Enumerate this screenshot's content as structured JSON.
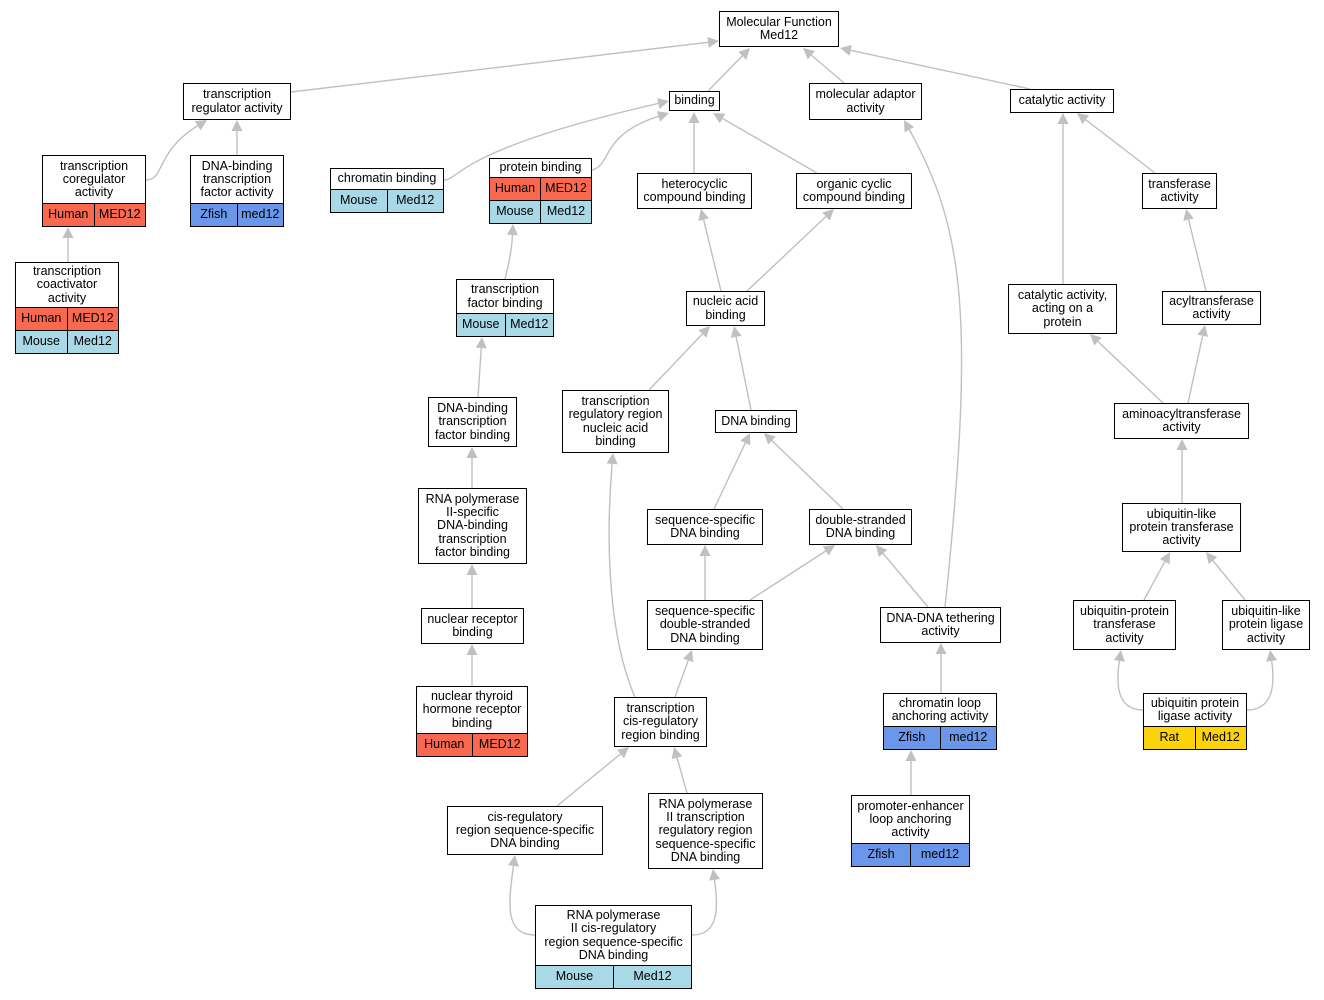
{
  "colors": {
    "edge": "#c0c0c0",
    "Human": "#f9694f",
    "Mouse": "#a9d9e6",
    "Zfish": "#6a97ea",
    "Rat": "#fcd30a"
  },
  "nodes": [
    {
      "id": "mf",
      "label": "Molecular Function\nMed12",
      "annotations": []
    },
    {
      "id": "trans_reg",
      "label": "transcription\nregulator activity",
      "annotations": []
    },
    {
      "id": "binding",
      "label": "binding",
      "annotations": []
    },
    {
      "id": "mol_adaptor",
      "label": "molecular adaptor\nactivity",
      "annotations": []
    },
    {
      "id": "catalytic",
      "label": "catalytic activity",
      "annotations": []
    },
    {
      "id": "coregulator",
      "label": "transcription\ncoregulator\nactivity",
      "annotations": [
        {
          "species": "Human",
          "gene": "MED12"
        }
      ]
    },
    {
      "id": "dbtf",
      "label": "DNA-binding\ntranscription\nfactor activity",
      "annotations": [
        {
          "species": "Zfish",
          "gene": "med12"
        }
      ]
    },
    {
      "id": "chromatin_binding",
      "label": "chromatin binding",
      "annotations": [
        {
          "species": "Mouse",
          "gene": "Med12"
        }
      ]
    },
    {
      "id": "protein_binding",
      "label": "protein binding",
      "annotations": [
        {
          "species": "Human",
          "gene": "MED12"
        },
        {
          "species": "Mouse",
          "gene": "Med12"
        }
      ]
    },
    {
      "id": "heterocyclic",
      "label": "heterocyclic\ncompound binding",
      "annotations": []
    },
    {
      "id": "organic_cyclic",
      "label": "organic cyclic\ncompound binding",
      "annotations": []
    },
    {
      "id": "transferase",
      "label": "transferase\nactivity",
      "annotations": []
    },
    {
      "id": "coactivator",
      "label": "transcription\ncoactivator\nactivity",
      "annotations": [
        {
          "species": "Human",
          "gene": "MED12"
        },
        {
          "species": "Mouse",
          "gene": "Med12"
        }
      ]
    },
    {
      "id": "tf_binding",
      "label": "transcription\nfactor binding",
      "annotations": [
        {
          "species": "Mouse",
          "gene": "Med12"
        }
      ]
    },
    {
      "id": "nucleic_acid",
      "label": "nucleic acid\nbinding",
      "annotations": []
    },
    {
      "id": "cat_protein",
      "label": "catalytic activity,\nacting on a\nprotein",
      "annotations": []
    },
    {
      "id": "acyltransferase",
      "label": "acyltransferase\nactivity",
      "annotations": []
    },
    {
      "id": "dbtf_binding",
      "label": "DNA-binding\ntranscription\nfactor binding",
      "annotations": []
    },
    {
      "id": "tr_region_na",
      "label": "transcription\nregulatory region\nnucleic acid\nbinding",
      "annotations": []
    },
    {
      "id": "dna_binding",
      "label": "DNA binding",
      "annotations": []
    },
    {
      "id": "aminoacyl",
      "label": "aminoacyltransferase\nactivity",
      "annotations": []
    },
    {
      "id": "rnap2_dbtf_binding",
      "label": "RNA polymerase\nII-specific\nDNA-binding\ntranscription\nfactor binding",
      "annotations": []
    },
    {
      "id": "seq_specific",
      "label": "sequence-specific\nDNA binding",
      "annotations": []
    },
    {
      "id": "ds_dna",
      "label": "double-stranded\nDNA binding",
      "annotations": []
    },
    {
      "id": "ubl_transferase",
      "label": "ubiquitin-like\nprotein transferase\nactivity",
      "annotations": []
    },
    {
      "id": "nuclear_receptor",
      "label": "nuclear receptor\nbinding",
      "annotations": []
    },
    {
      "id": "seq_ds_dna",
      "label": "sequence-specific\ndouble-stranded\nDNA binding",
      "annotations": []
    },
    {
      "id": "dna_tether",
      "label": "DNA-DNA tethering\nactivity",
      "annotations": []
    },
    {
      "id": "ub_protein_transferase",
      "label": "ubiquitin-protein\ntransferase\nactivity",
      "annotations": []
    },
    {
      "id": "ubl_ligase",
      "label": "ubiquitin-like\nprotein ligase\nactivity",
      "annotations": []
    },
    {
      "id": "thyroid",
      "label": "nuclear thyroid\nhormone receptor\nbinding",
      "annotations": [
        {
          "species": "Human",
          "gene": "MED12"
        }
      ]
    },
    {
      "id": "cis_reg_binding",
      "label": "transcription\ncis-regulatory\nregion binding",
      "annotations": []
    },
    {
      "id": "chromatin_loop",
      "label": "chromatin loop\nanchoring activity",
      "annotations": [
        {
          "species": "Zfish",
          "gene": "med12"
        }
      ]
    },
    {
      "id": "ub_ligase",
      "label": "ubiquitin protein\nligase activity",
      "annotations": [
        {
          "species": "Rat",
          "gene": "Med12"
        }
      ]
    },
    {
      "id": "cis_reg_seq",
      "label": "cis-regulatory\nregion sequence-specific\nDNA binding",
      "annotations": []
    },
    {
      "id": "rnap2_tr_region",
      "label": "RNA polymerase\nII transcription\nregulatory region\nsequence-specific\nDNA binding",
      "annotations": []
    },
    {
      "id": "prom_enh",
      "label": "promoter-enhancer\nloop anchoring\nactivity",
      "annotations": [
        {
          "species": "Zfish",
          "gene": "med12"
        }
      ]
    },
    {
      "id": "rnap2_cis_reg",
      "label": "RNA polymerase\nII cis-regulatory\nregion sequence-specific\nDNA binding",
      "annotations": [
        {
          "species": "Mouse",
          "gene": "Med12"
        }
      ]
    }
  ],
  "edges": [
    [
      "trans_reg",
      "mf"
    ],
    [
      "binding",
      "mf"
    ],
    [
      "mol_adaptor",
      "mf"
    ],
    [
      "catalytic",
      "mf"
    ],
    [
      "coregulator",
      "trans_reg"
    ],
    [
      "dbtf",
      "trans_reg"
    ],
    [
      "chromatin_binding",
      "binding"
    ],
    [
      "protein_binding",
      "binding"
    ],
    [
      "heterocyclic",
      "binding"
    ],
    [
      "organic_cyclic",
      "binding"
    ],
    [
      "transferase",
      "catalytic"
    ],
    [
      "cat_protein",
      "catalytic"
    ],
    [
      "coactivator",
      "coregulator"
    ],
    [
      "tf_binding",
      "protein_binding"
    ],
    [
      "nucleic_acid",
      "heterocyclic"
    ],
    [
      "nucleic_acid",
      "organic_cyclic"
    ],
    [
      "acyltransferase",
      "transferase"
    ],
    [
      "dbtf_binding",
      "tf_binding"
    ],
    [
      "tr_region_na",
      "nucleic_acid"
    ],
    [
      "dna_binding",
      "nucleic_acid"
    ],
    [
      "aminoacyl",
      "cat_protein"
    ],
    [
      "aminoacyl",
      "acyltransferase"
    ],
    [
      "rnap2_dbtf_binding",
      "dbtf_binding"
    ],
    [
      "seq_specific",
      "dna_binding"
    ],
    [
      "ds_dna",
      "dna_binding"
    ],
    [
      "ubl_transferase",
      "aminoacyl"
    ],
    [
      "nuclear_receptor",
      "rnap2_dbtf_binding"
    ],
    [
      "seq_ds_dna",
      "seq_specific"
    ],
    [
      "seq_ds_dna",
      "ds_dna"
    ],
    [
      "dna_tether",
      "ds_dna"
    ],
    [
      "dna_tether",
      "mol_adaptor"
    ],
    [
      "ub_protein_transferase",
      "ubl_transferase"
    ],
    [
      "ubl_ligase",
      "ubl_transferase"
    ],
    [
      "thyroid",
      "nuclear_receptor"
    ],
    [
      "cis_reg_binding",
      "seq_ds_dna"
    ],
    [
      "cis_reg_binding",
      "tr_region_na"
    ],
    [
      "chromatin_loop",
      "dna_tether"
    ],
    [
      "ub_ligase",
      "ub_protein_transferase"
    ],
    [
      "ub_ligase",
      "ubl_ligase"
    ],
    [
      "cis_reg_seq",
      "cis_reg_binding"
    ],
    [
      "rnap2_tr_region",
      "cis_reg_binding"
    ],
    [
      "prom_enh",
      "chromatin_loop"
    ],
    [
      "rnap2_cis_reg",
      "cis_reg_seq"
    ],
    [
      "rnap2_cis_reg",
      "rnap2_tr_region"
    ]
  ]
}
